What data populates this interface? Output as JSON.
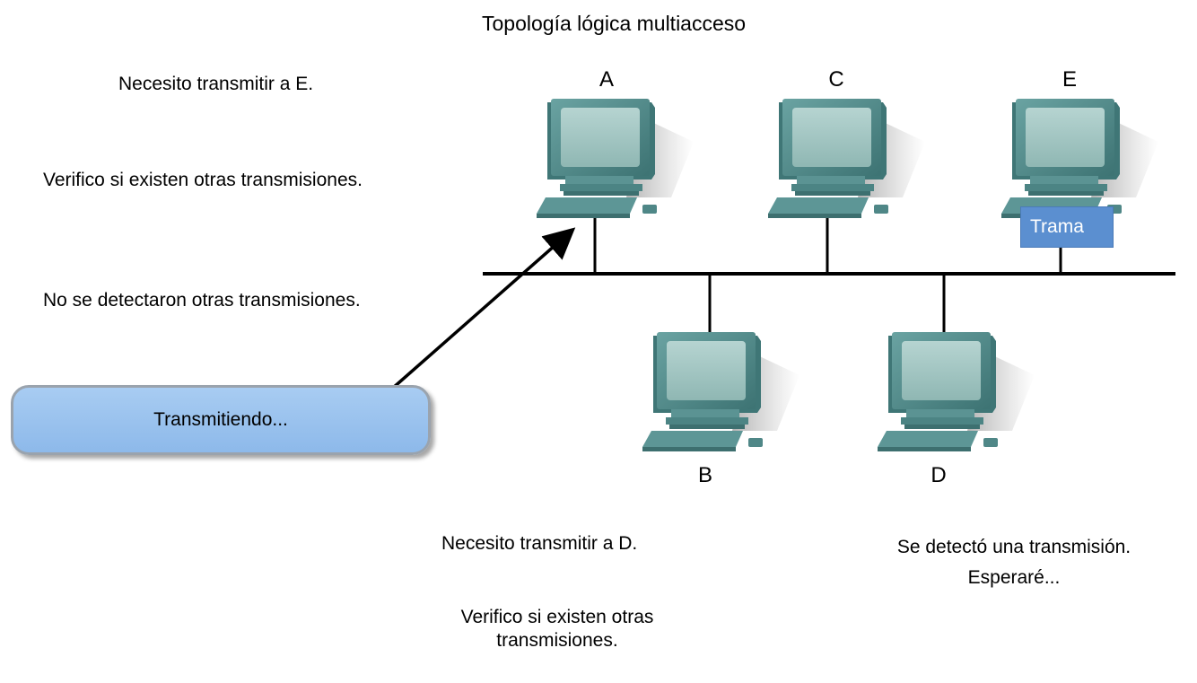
{
  "title": "Topología lógica multiacceso",
  "nodes": {
    "a": "A",
    "b": "B",
    "c": "C",
    "d": "D",
    "e": "E"
  },
  "node_a_notes": [
    "Necesito transmitir a E.",
    "Verifico si existen otras transmisiones.",
    "No se detectaron otras transmisiones."
  ],
  "node_b_notes": [
    "Necesito transmitir a D.",
    "Verifico si existen otras transmisiones."
  ],
  "node_d_note": "Se detectó una transmisión. Esperaré...",
  "status_callout": "Transmitiendo...",
  "frame_label": "Trama",
  "colors": {
    "computer": "#4f8a8a",
    "screen": "#9fc3c0",
    "callout": "#9cc3ee",
    "frame": "#5b8fd0"
  }
}
